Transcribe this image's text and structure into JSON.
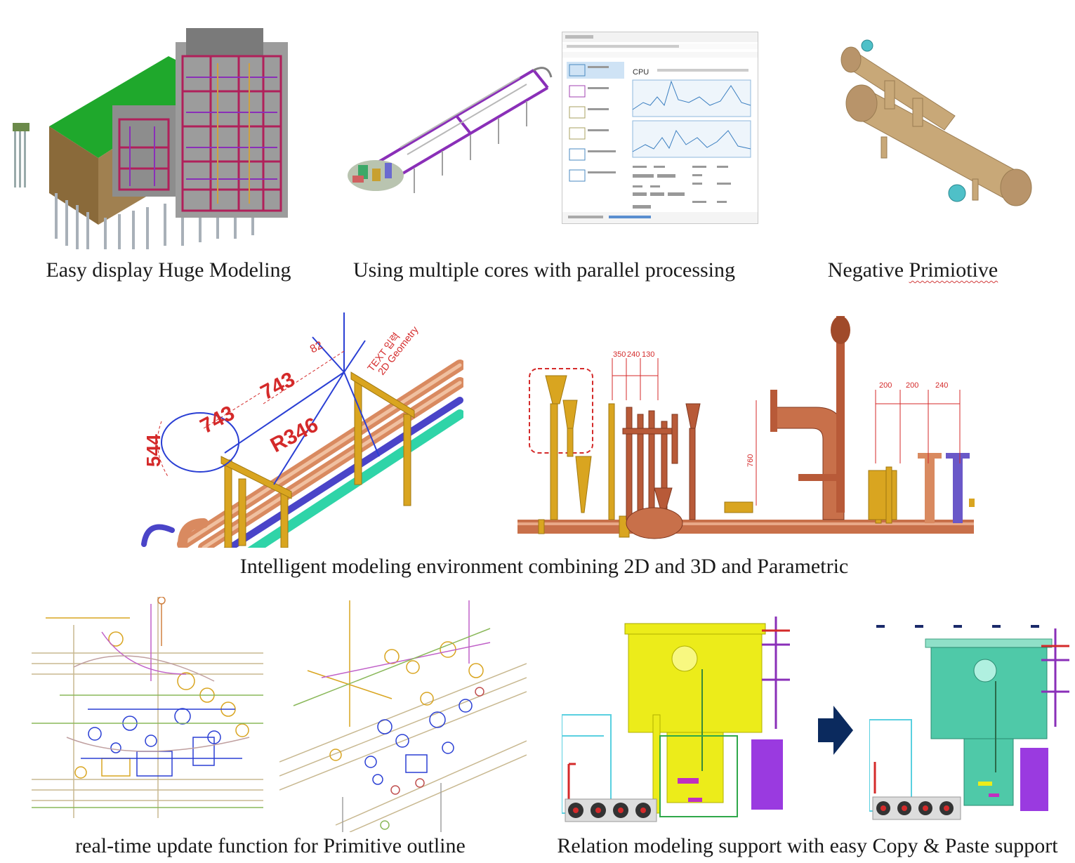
{
  "captions": {
    "huge_modeling": "Easy display Huge Modeling",
    "multi_core": "Using multiple cores with parallel processing",
    "negative_primitive": "Negative Primiotive",
    "intelligent": "Intelligent modeling environment combining 2D and 3D and Parametric",
    "realtime": "real-time update function for Primitive outline",
    "relation": "Relation modeling support with easy Copy & Paste support"
  },
  "task_manager": {
    "cpu_label": "CPU"
  },
  "dimensions_left": {
    "d1": "544",
    "d2": "743",
    "d3": "743",
    "d4": "R346",
    "d5": "82",
    "note1": "TEXT 입력",
    "note2": "2D Geometry"
  },
  "dimensions_right": {
    "a": "350",
    "b": "240",
    "c": "130",
    "d": "200",
    "e": "200",
    "f": "240",
    "v": "760"
  },
  "colors": {
    "copper": "#c8704a",
    "gold": "#d9a520",
    "steel_green": "#2fa84a",
    "purple": "#8a2fb8",
    "yellow_block": "#ecec1a",
    "teal_block": "#4fc9a8",
    "arrow": "#0b2a5e",
    "dim_red": "#d42a2a",
    "dim_blue": "#2a3fd4"
  }
}
